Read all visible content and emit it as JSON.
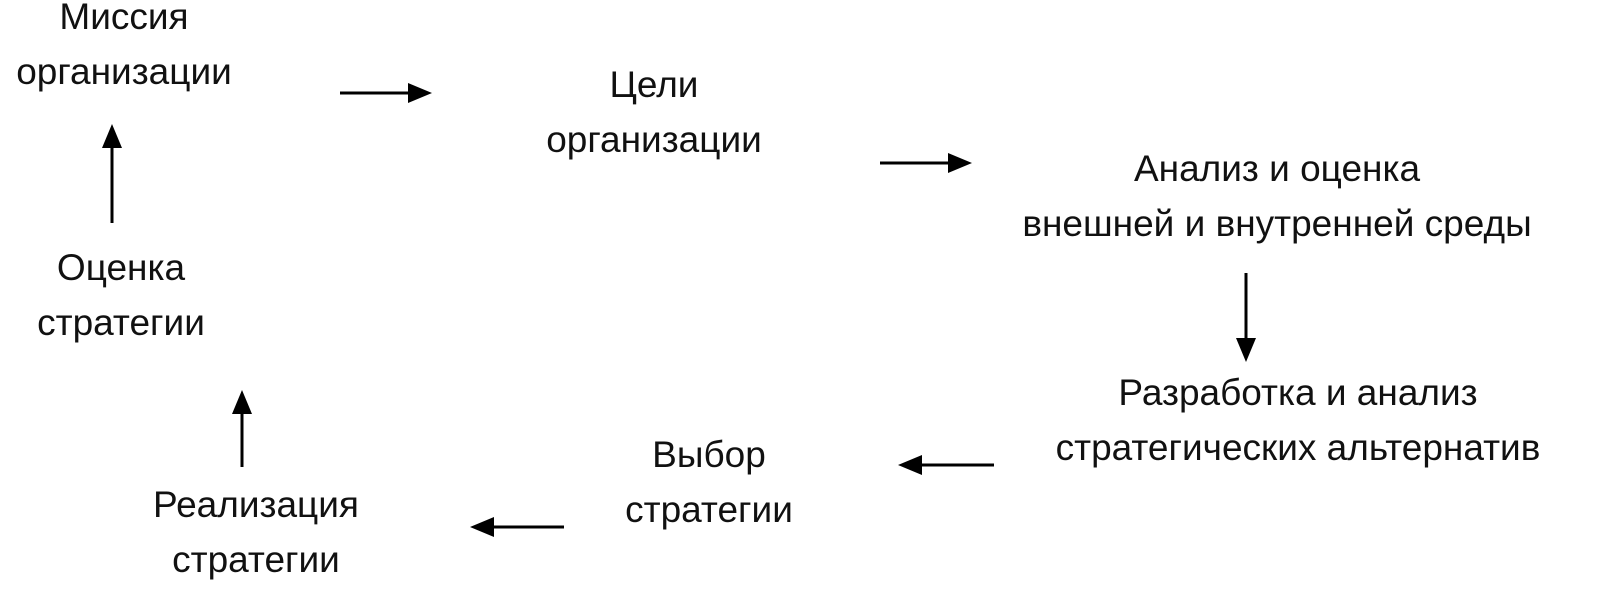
{
  "nodes": {
    "mission": {
      "lines": [
        "Миссия",
        "организации"
      ]
    },
    "goals": {
      "lines": [
        "Цели",
        "организации"
      ]
    },
    "analysis": {
      "lines": [
        "Анализ и оценка",
        "внешней и внутренней среды"
      ]
    },
    "development": {
      "lines": [
        "Разработка и анализ",
        "стратегических альтернатив"
      ]
    },
    "choice": {
      "lines": [
        "Выбор",
        "стратегии"
      ]
    },
    "implementation": {
      "lines": [
        "Реализация",
        "стратегии"
      ]
    },
    "evaluation": {
      "lines": [
        "Оценка",
        "стратегии"
      ]
    }
  },
  "edges": [
    {
      "from": "mission",
      "to": "goals",
      "direction": "right"
    },
    {
      "from": "goals",
      "to": "analysis",
      "direction": "right"
    },
    {
      "from": "analysis",
      "to": "development",
      "direction": "down"
    },
    {
      "from": "development",
      "to": "choice",
      "direction": "left"
    },
    {
      "from": "choice",
      "to": "implementation",
      "direction": "left"
    },
    {
      "from": "implementation",
      "to": "evaluation",
      "direction": "up"
    },
    {
      "from": "evaluation",
      "to": "mission",
      "direction": "up"
    }
  ],
  "colors": {
    "text": "#111111",
    "arrow": "#000000"
  }
}
